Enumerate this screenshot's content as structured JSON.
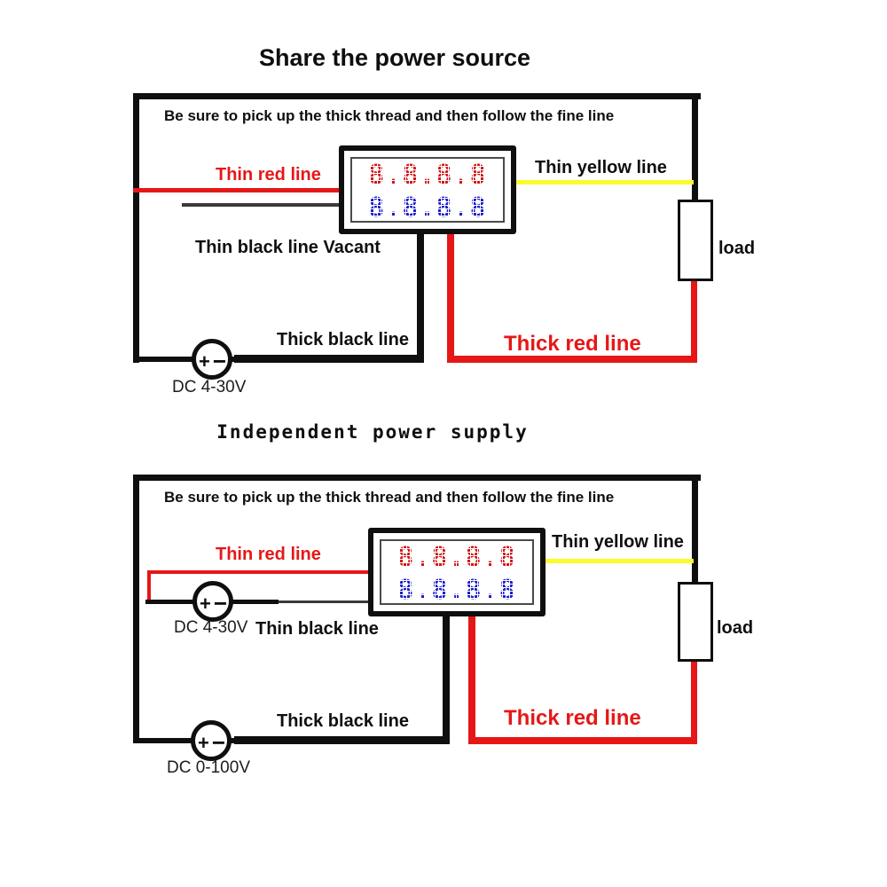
{
  "colors": {
    "wire_red": "#e61717",
    "wire_yellow": "#fbfb2e",
    "wire_black": "#0f0f0f",
    "wire_gray": "#3a3a3a",
    "digit_red": "#d21616",
    "digit_blue": "#1c1ccc"
  },
  "symbols": {
    "plus": "+",
    "minus": "−"
  },
  "diagram1": {
    "title": "Share the power source",
    "note": "Be sure to pick up the thick thread and then follow the fine line",
    "meter": {
      "top_row": "8.8.8.8",
      "bottom_row": "8.8.8.8"
    },
    "labels": {
      "thin_red": "Thin red line",
      "thin_yellow": "Thin yellow line",
      "thin_black_vacant": "Thin black line Vacant",
      "thick_black": "Thick black line",
      "thick_red": "Thick red line",
      "load": "load",
      "source": "DC 4-30V"
    }
  },
  "diagram2": {
    "title": "Independent  power  supply",
    "note": "Be sure to pick up the thick thread and then follow the fine line",
    "meter": {
      "top_row": "8.8.8.8",
      "bottom_row": "8.8.8.8"
    },
    "labels": {
      "thin_red": "Thin red line",
      "thin_yellow": "Thin yellow line",
      "thin_black": "Thin black line",
      "thick_black": "Thick black line",
      "thick_red": "Thick red line",
      "load": "load",
      "source_meter": "DC 4-30V",
      "source_load": "DC 0-100V"
    }
  }
}
